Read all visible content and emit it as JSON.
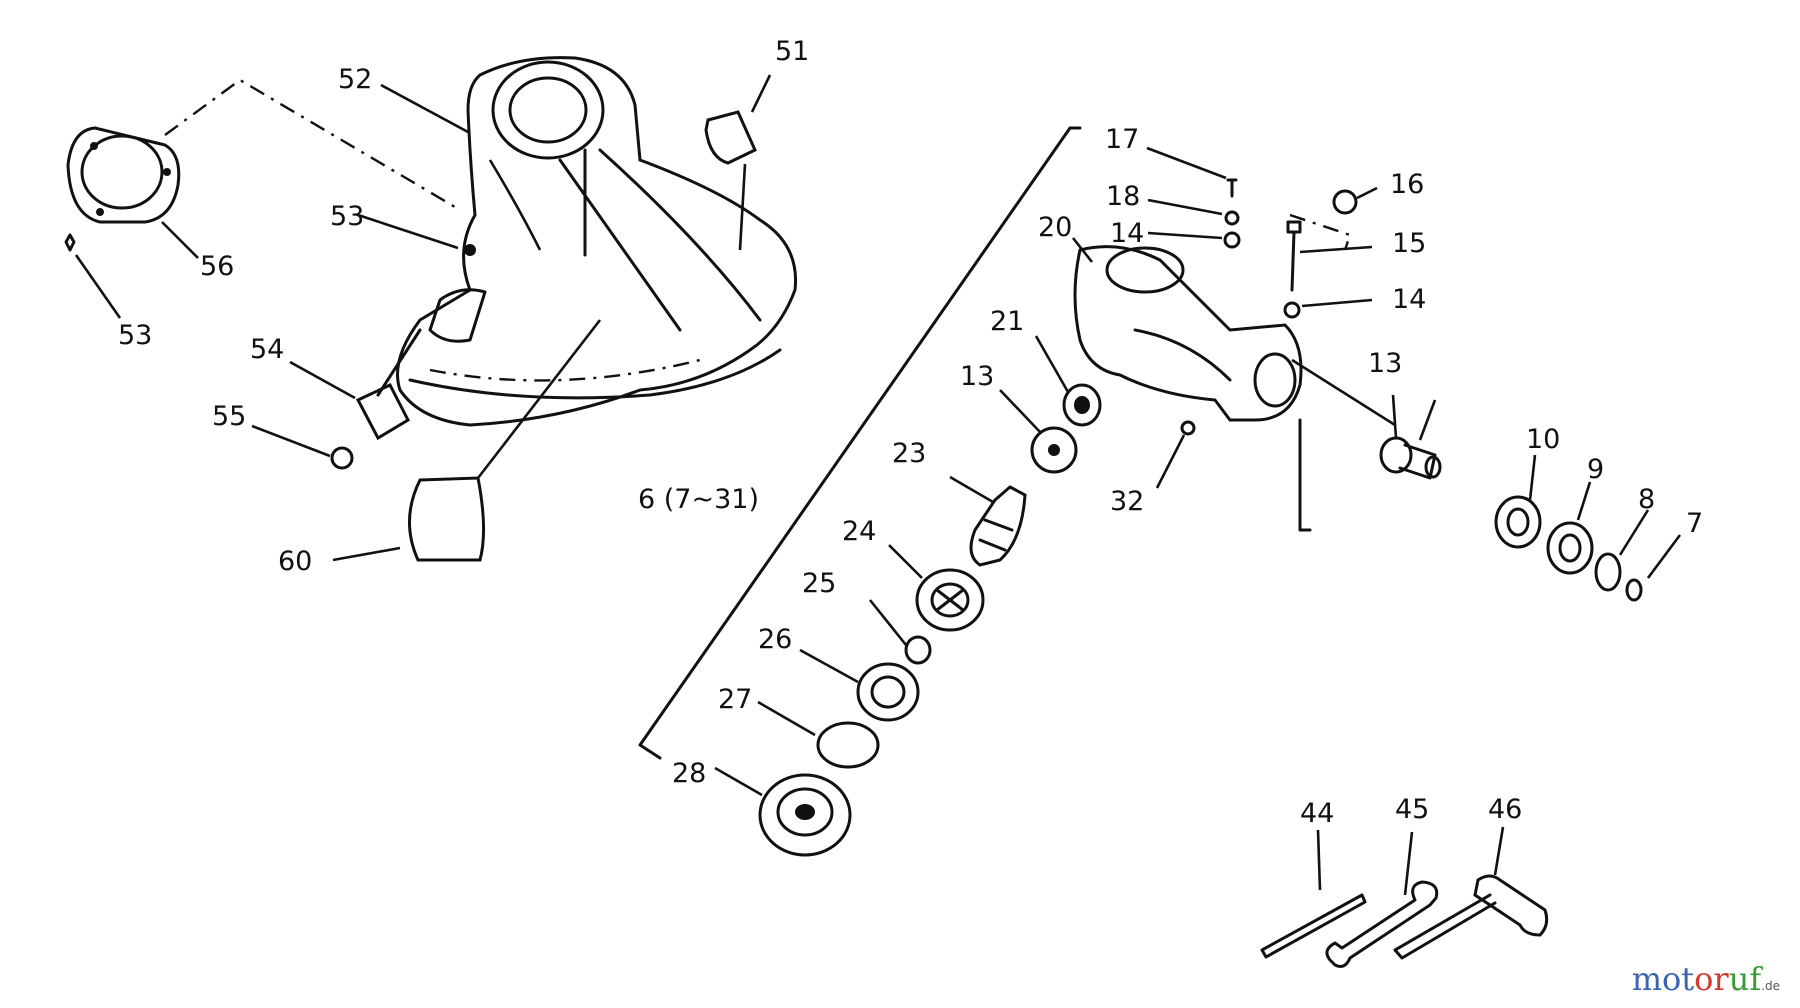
{
  "callouts": {
    "c51": "51",
    "c52": "52",
    "c53a": "53",
    "c53b": "53",
    "c54": "54",
    "c55": "55",
    "c56": "56",
    "c60": "60",
    "c6": "6 (7~31)",
    "c7": "7",
    "c8": "8",
    "c9": "9",
    "c10": "10",
    "c13a": "13",
    "c13b": "13",
    "c14a": "14",
    "c14b": "14",
    "c15": "15",
    "c16": "16",
    "c17": "17",
    "c18": "18",
    "c20": "20",
    "c21": "21",
    "c23": "23",
    "c24": "24",
    "c25": "25",
    "c26": "26",
    "c27": "27",
    "c28": "28",
    "c32": "32",
    "c44": "44",
    "c45": "45",
    "c46": "46"
  },
  "watermark": {
    "part1": "mot",
    "part2": "or",
    "part3": "uf",
    "suffix": ".de"
  }
}
